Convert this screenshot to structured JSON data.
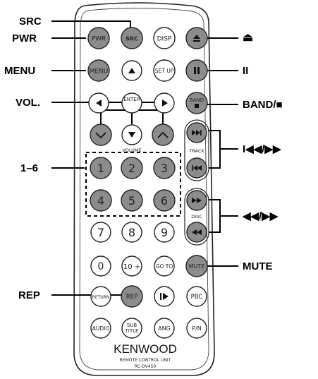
{
  "callouts": {
    "src": "SRC",
    "pwr": "PWR",
    "menu": "MENU",
    "vol": "VOL.",
    "one_six": "1–6",
    "rep": "REP",
    "eject": "⏏",
    "pause": "II",
    "band": "BAND/■",
    "track_skip": "I◀◀/▶▶",
    "disc_seek": "◀◀/▶▶",
    "mute": "MUTE"
  },
  "buttons": {
    "pwr": "PWR",
    "src": "SRC",
    "disp": "DISP",
    "eject_icon": "eject-icon",
    "menu": "MENU",
    "up_icon": "triangle-up-icon",
    "setup": "SET UP",
    "pause_icon": "pause-icon",
    "left_icon": "triangle-left-icon",
    "enter": "ENTER",
    "right_icon": "triangle-right-icon",
    "band": "BAND",
    "vol_down_icon": "chevron-down-icon",
    "down_icon": "triangle-down-icon",
    "vol_up_icon": "chevron-up-icon",
    "next_icon": "skip-next-icon",
    "prev_icon": "skip-prev-icon",
    "ff_icon": "fast-forward-icon",
    "rew_icon": "rewind-icon",
    "n1": "1",
    "n2": "2",
    "n3": "3",
    "n4": "4",
    "n5": "5",
    "n6": "6",
    "n7": "7",
    "n8": "8",
    "n9": "9",
    "n0": "0",
    "ten_plus": "10 +",
    "goto": "GO TO",
    "mute": "MUTE",
    "return": "RETURN",
    "rep": "REP",
    "play_step_icon": "play-step-icon",
    "pbc": "PBC",
    "audio": "AUDIO",
    "sub_title_1": "SUB",
    "sub_title_2": "TITLE",
    "ang": "ANG",
    "pn": "P/N"
  },
  "remote_labels": {
    "volume": "VOLUME",
    "track": "TRACK",
    "disc": "DISC",
    "brand": "KENWOOD",
    "unit": "REMOTE CONTROL UNIT",
    "model": "RC-DV450"
  },
  "colors": {
    "gray_button": "#8c8c8c",
    "white_button": "#ffffff",
    "outline": "#222222"
  }
}
